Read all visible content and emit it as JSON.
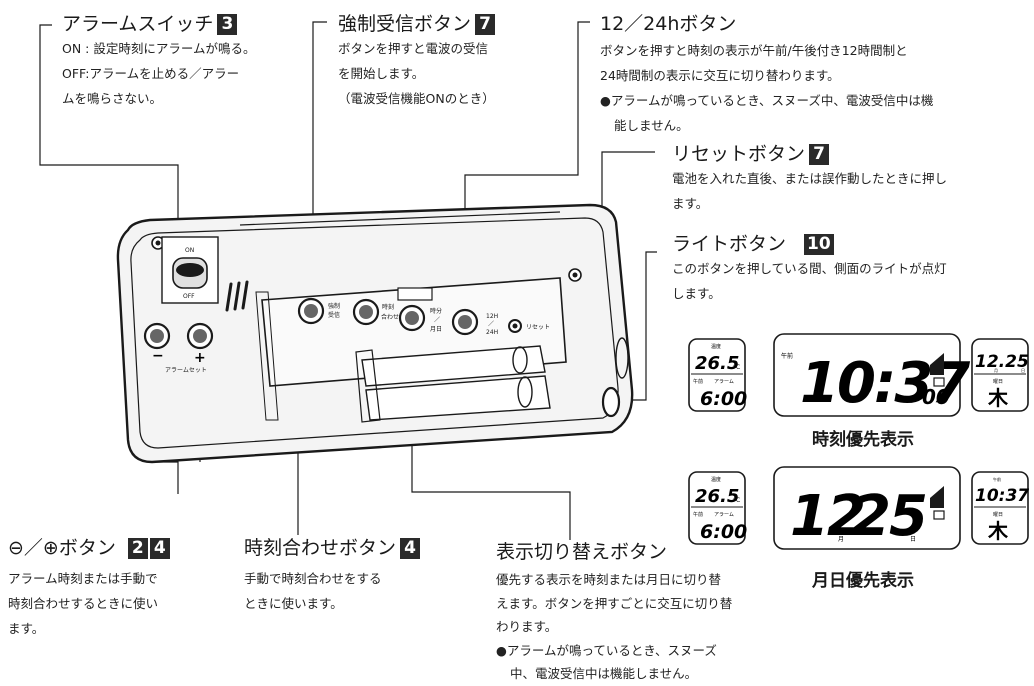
{
  "labels": {
    "alarm_switch": {
      "title": "アラームスイッチ",
      "badge": "3",
      "lines": [
        "ON : 設定時刻にアラームが鳴る。",
        "OFF:アラームを止める／アラー",
        "ムを鳴らさない。"
      ]
    },
    "force_receive": {
      "title": "強制受信ボタン",
      "badge": "7",
      "lines": [
        "ボタンを押すと電波の受信",
        "を開始します。",
        "（電波受信機能ONのとき）"
      ]
    },
    "hour_format": {
      "title": "12／24hボタン",
      "lines": [
        "ボタンを押すと時刻の表示が午前/午後付き12時間制と",
        "24時間制の表示に交互に切り替わります。",
        "●アラームが鳴っているとき、スヌーズ中、電波受信中は機",
        "能しません。"
      ]
    },
    "reset": {
      "title": "リセットボタン",
      "badge": "7",
      "lines": [
        "電池を入れた直後、または誤作動したときに押し",
        "ます。"
      ]
    },
    "light": {
      "title": "ライトボタン",
      "badge": "10",
      "lines": [
        "このボタンを押している間、側面のライトが点灯",
        "します。"
      ]
    },
    "plus_minus": {
      "title": "⊖／⊕ボタン",
      "badges": [
        "2",
        "4"
      ],
      "lines": [
        "アラーム時刻または手動で",
        "時刻合わせするときに使い",
        "ます。"
      ]
    },
    "time_set": {
      "title": "時刻合わせボタン",
      "badge": "4",
      "lines": [
        "手動で時刻合わせをする",
        "ときに使います。"
      ]
    },
    "display_switch": {
      "title": "表示切り替えボタン",
      "lines": [
        "優先する表示を時刻または月日に切り替",
        "えます。ボタンを押すごとに交互に切り替",
        "わります。",
        "●アラームが鳴っているとき、スヌーズ",
        "中、電波受信中は機能しません。"
      ]
    }
  },
  "device": {
    "switch_on": "ON",
    "switch_off": "OFF",
    "alarm_set": "アラームセット",
    "minus": "−",
    "plus": "+",
    "btn_force_1": "強制",
    "btn_force_2": "受信",
    "btn_timeset_1": "時刻",
    "btn_timeset_2": "合わせ",
    "btn_disp_1": "時分",
    "btn_disp_2": "／",
    "btn_disp_3": "月日",
    "h12": "12H",
    "slash": "／",
    "h24": "24H",
    "reset": "リセット"
  },
  "displays": {
    "time_mode": {
      "caption": "時刻優先表示",
      "left_top_label": "温度",
      "temperature": "26.5",
      "temp_unit": "°C",
      "am_label": "午前",
      "alarm_label": "アラーム",
      "alarm_time": "6:00",
      "main_am": "午前",
      "main_time": "10:37",
      "seconds": "00",
      "right_date": "12.25",
      "right_month": "月",
      "right_day": "日",
      "weekday_label": "曜日",
      "weekday": "木"
    },
    "date_mode": {
      "caption": "月日優先表示",
      "left_top_label": "温度",
      "temperature": "26.5",
      "temp_unit": "°C",
      "am_label": "午前",
      "alarm_label": "アラーム",
      "alarm_time": "6:00",
      "main_month": "12",
      "main_day": "25",
      "month_label": "月",
      "day_label": "日",
      "right_am": "午前",
      "right_time": "10:37",
      "weekday_label": "曜日",
      "weekday": "木"
    }
  }
}
